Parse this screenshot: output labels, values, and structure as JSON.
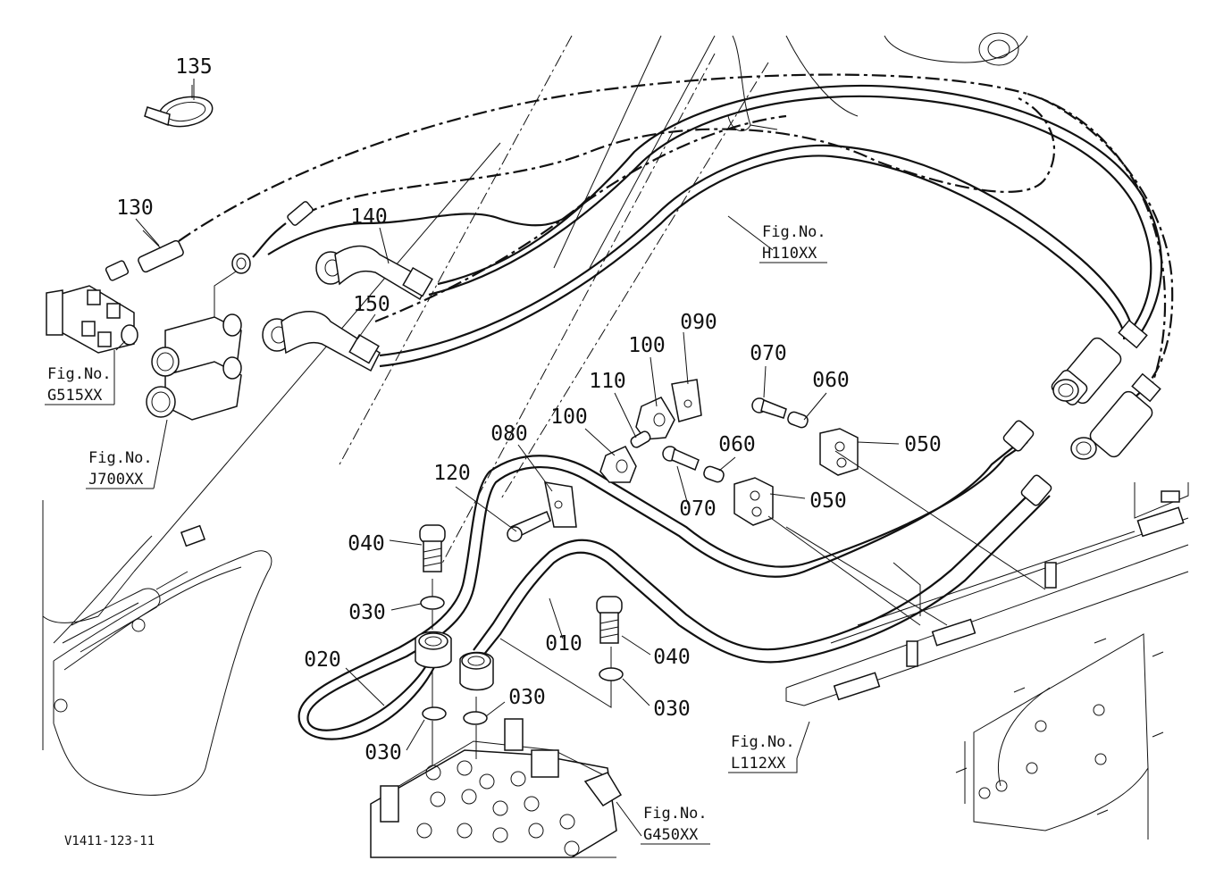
{
  "callouts": {
    "p135": "135",
    "p130": "130",
    "p140": "140",
    "p150": "150",
    "p090": "090",
    "p100a": "100",
    "p110": "110",
    "p100b": "100",
    "p070a": "070",
    "p060a": "060",
    "p050a": "050",
    "p080": "080",
    "p060b": "060",
    "p120": "120",
    "p070b": "070",
    "p050b": "050",
    "p040a": "040",
    "p030a": "030",
    "p010": "010",
    "p040b": "040",
    "p020": "020",
    "p030b": "030",
    "p030c": "030",
    "p030d": "030"
  },
  "refs": {
    "h110": {
      "label": "Fig.No.",
      "code": "H110XX"
    },
    "g515": {
      "label": "Fig.No.",
      "code": "G515XX"
    },
    "j700": {
      "label": "Fig.No.",
      "code": "J700XX"
    },
    "l112": {
      "label": "Fig.No.",
      "code": "L112XX"
    },
    "g450": {
      "label": "Fig.No.",
      "code": "G450XX"
    }
  },
  "drawing_code": "V1411-123-11"
}
